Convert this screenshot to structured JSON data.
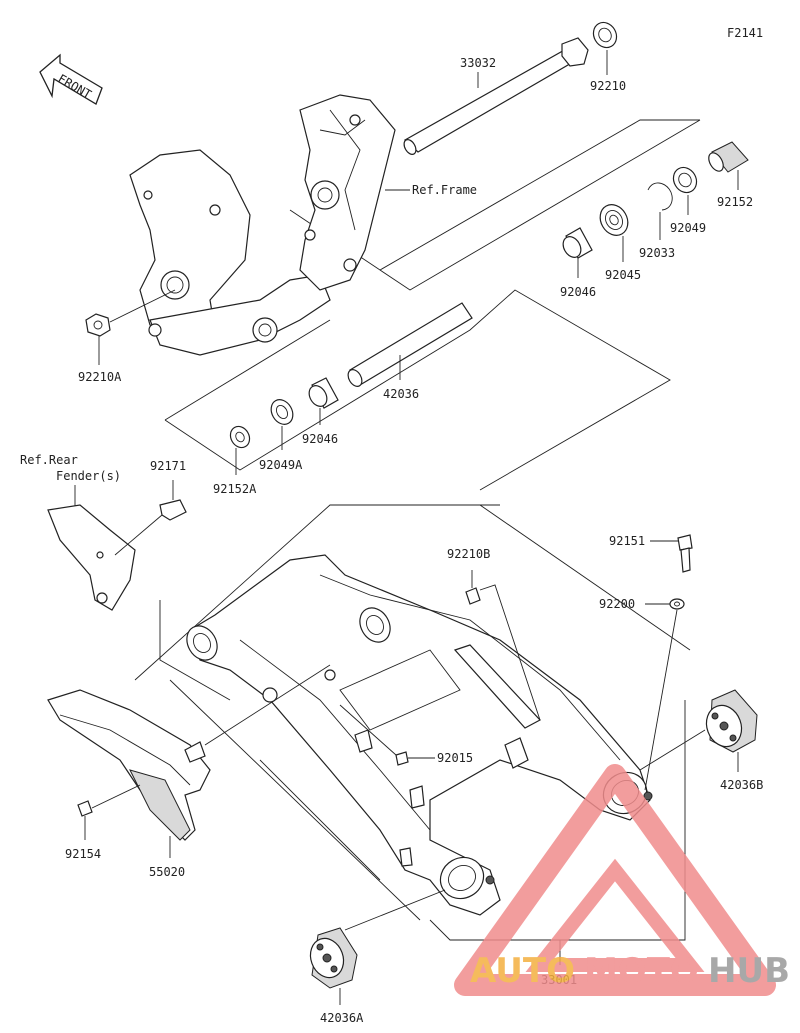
{
  "figure_code": "F2141",
  "front_label": "FRONT",
  "ref_labels": {
    "frame": "Ref.Frame",
    "rear_fender_line1": "Ref.Rear",
    "rear_fender_line2": "Fender(s)"
  },
  "part_numbers": {
    "p33032": "33032",
    "p92210": "92210",
    "p92210A": "92210A",
    "p92152": "92152",
    "p92049": "92049",
    "p92033": "92033",
    "p92045": "92045",
    "p92046_top": "92046",
    "p42036": "42036",
    "p92046_bottom": "92046",
    "p92049A": "92049A",
    "p92152A": "92152A",
    "p92171": "92171",
    "p92210B": "92210B",
    "p92151": "92151",
    "p92200": "92200",
    "p92015": "92015",
    "p42036B": "42036B",
    "p92154": "92154",
    "p55020": "55020",
    "p33001": "33001",
    "p42036A": "42036A"
  },
  "watermark": {
    "part1": "AUTO",
    "part2": "MOTO",
    "part3": "HUB",
    "color_primary": "#f08c8c",
    "color_secondary": "#9a9a9a"
  }
}
